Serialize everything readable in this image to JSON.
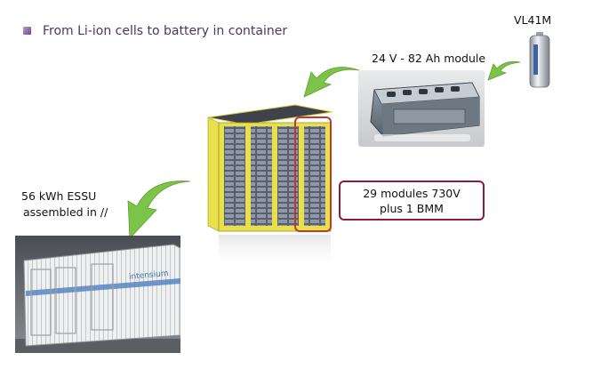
{
  "slide": {
    "title": "From Li-ion cells to battery in container"
  },
  "cell": {
    "label": "VL41M"
  },
  "module": {
    "label": "24 V - 82 Ah module"
  },
  "battery": {
    "note_line1": "29 modules 730V",
    "note_line2": "plus 1 BMM"
  },
  "container": {
    "label_line1": "56 kWh ESSU",
    "label_line2": "assembled in //",
    "brand_text": "intensium"
  },
  "colors": {
    "title": "#4b3569",
    "arrow": "#7cc34a",
    "highlight": "#8e1b3b",
    "rack": "#e7e04b"
  }
}
